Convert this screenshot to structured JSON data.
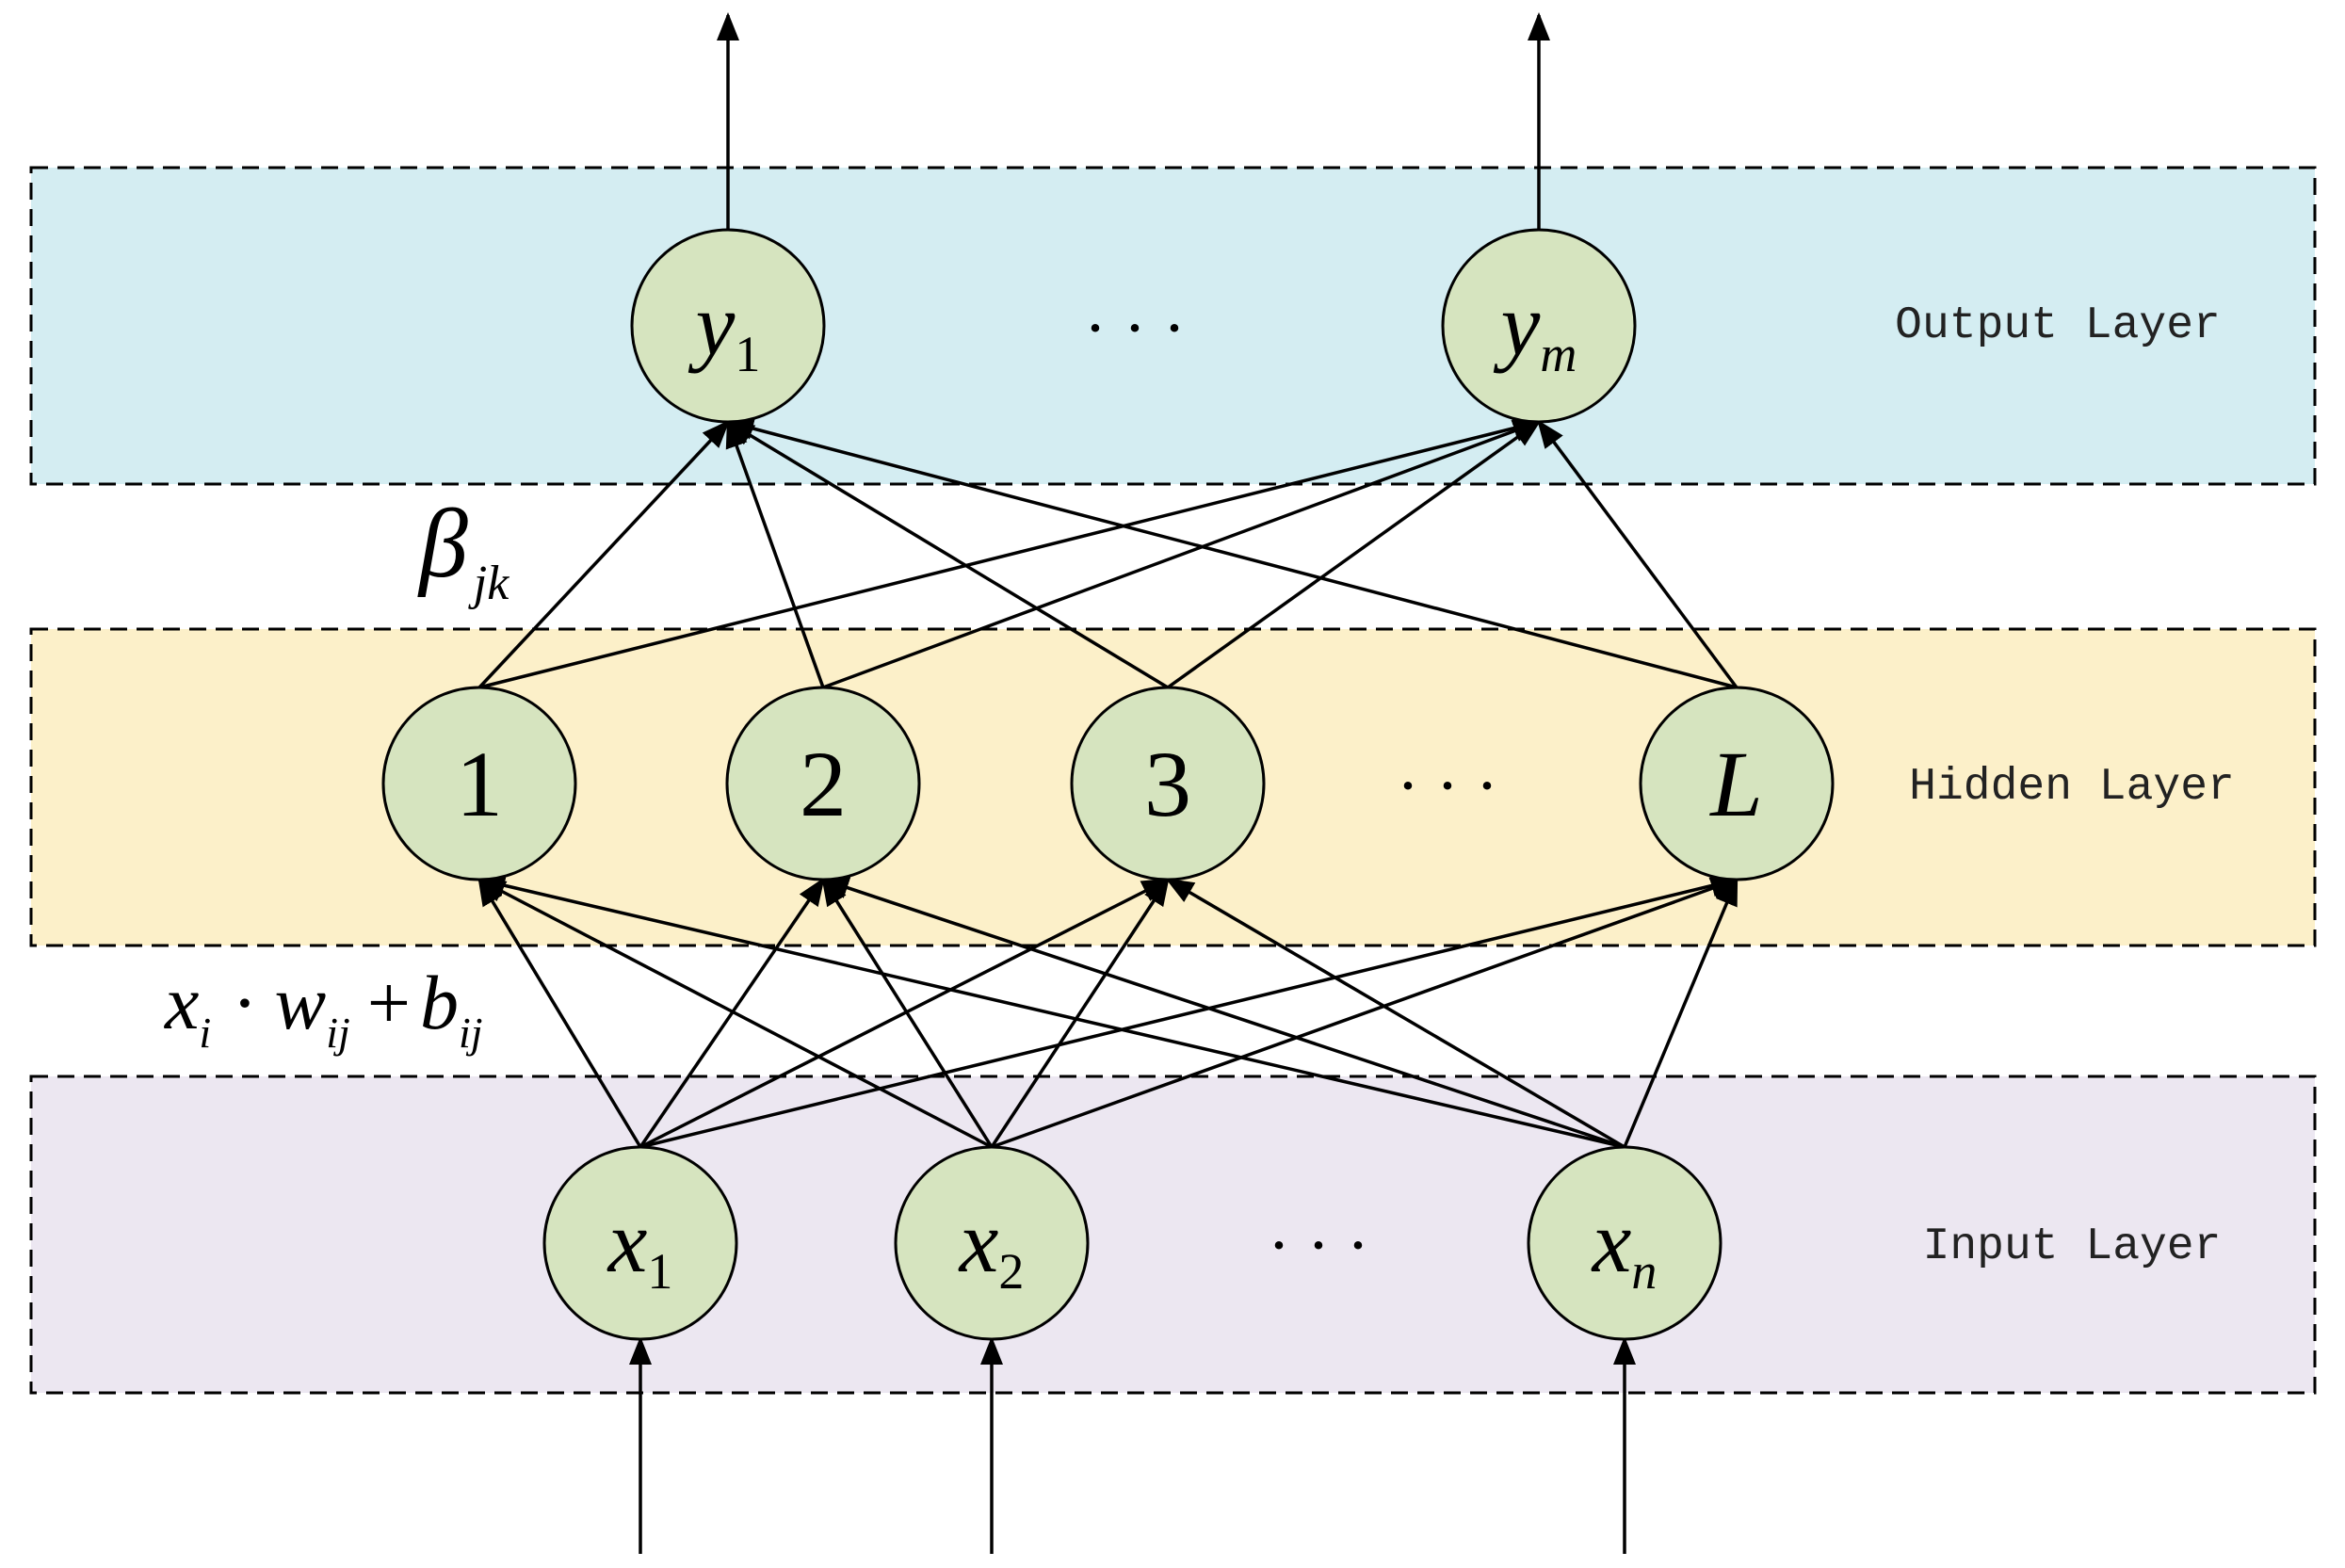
{
  "colors": {
    "output_band": "#d4edf2",
    "hidden_band": "#fcf0c9",
    "input_band": "#ece7f1",
    "node_fill": "#d6e4bf",
    "stroke": "#000000"
  },
  "layers": {
    "output": {
      "label": "Output Layer",
      "nodes": [
        {
          "main": "y",
          "sub": "1"
        },
        {
          "main": "y",
          "sub": "m"
        }
      ],
      "ellipsis": "· · ·"
    },
    "hidden": {
      "label": "Hidden Layer",
      "nodes": [
        {
          "main": "1"
        },
        {
          "main": "2"
        },
        {
          "main": "3"
        },
        {
          "main": "L"
        }
      ],
      "ellipsis": "· · ·"
    },
    "input": {
      "label": "Input Layer",
      "nodes": [
        {
          "main": "x",
          "sub": "1"
        },
        {
          "main": "x",
          "sub": "2"
        },
        {
          "main": "x",
          "sub": "n"
        }
      ],
      "ellipsis": "· · ·"
    }
  },
  "annotations": {
    "beta": {
      "main": "β",
      "sub": "jk"
    },
    "formula": {
      "x": "x",
      "x_sub": "i",
      "dot": "·",
      "w": "w",
      "w_sub": "ij",
      "plus": "+",
      "b": "b",
      "b_sub": "ij"
    }
  }
}
